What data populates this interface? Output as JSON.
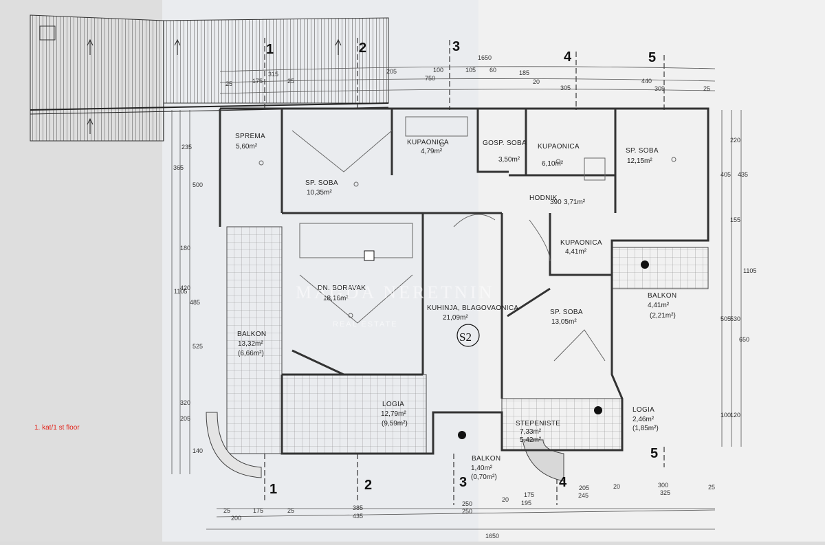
{
  "floor_label": "1. kat/1 st floor",
  "watermark": {
    "name": "MAGDA NERETNIN",
    "sub": "REAL ESTATE"
  },
  "stair_tag": "S2",
  "axes": [
    "1",
    "2",
    "3",
    "4",
    "5"
  ],
  "rooms": [
    {
      "id": "sprema",
      "name": "SPREMA",
      "area": "5,60m²"
    },
    {
      "id": "soba1",
      "name": "SP. SOBA",
      "area": "10,35m²"
    },
    {
      "id": "kup1",
      "name": "KUPAONICA",
      "area": "4,79m²"
    },
    {
      "id": "gosp",
      "name": "GOSP. SOBA",
      "area": "3,50m²"
    },
    {
      "id": "kup2",
      "name": "KUPAONICA",
      "area": "6,10m²"
    },
    {
      "id": "soba2",
      "name": "SP. SOBA",
      "area": "12,15m²"
    },
    {
      "id": "hodnik",
      "name": "HODNIK",
      "area": "3,71m²",
      "num": "390"
    },
    {
      "id": "kup3",
      "name": "KUPAONICA",
      "area": "4,41m²"
    },
    {
      "id": "boravak",
      "name": "DN. BORAVAK",
      "area": "18,16m²"
    },
    {
      "id": "kuhinja",
      "name": "KUHINJA, BLAGOVAONICA",
      "area": "21,09m²"
    },
    {
      "id": "soba3",
      "name": "SP. SOBA",
      "area": "13,05m²"
    },
    {
      "id": "balkon1",
      "name": "BALKON",
      "area": "13,32m²",
      "area2": "(6,66m²)"
    },
    {
      "id": "logia1",
      "name": "LOGIA",
      "area": "12,79m²",
      "area2": "(9,59m²)"
    },
    {
      "id": "balkon2",
      "name": "BALKON",
      "area": "4,41m²",
      "area2": "(2,21m²)"
    },
    {
      "id": "logia2",
      "name": "LOGIA",
      "area": "2,46m²",
      "area2": "(1,85m²)"
    },
    {
      "id": "balkon3",
      "name": "BALKON",
      "area": "1,40m²",
      "area2": "(0,70m²)"
    },
    {
      "id": "stube",
      "name": "STEPENISTE",
      "area": "7,33m²",
      "area2": "5,42m²"
    }
  ],
  "dimensions": {
    "top": {
      "total": "1650",
      "r1": [
        "315",
        "205",
        "100",
        "105",
        "60",
        "185"
      ],
      "r2": [
        "750",
        "440"
      ],
      "r3": [
        "25",
        "175",
        "25",
        "20",
        "305",
        "309",
        "25"
      ]
    },
    "bottom": {
      "total": "1650",
      "r1": [
        "25",
        "175",
        "25",
        "385",
        "250",
        "20",
        "175",
        "205",
        "20",
        "300",
        "25"
      ],
      "r2": [
        "200",
        "435",
        "250",
        "195",
        "245",
        "325"
      ]
    },
    "left": {
      "total": "1105",
      "items": [
        "235",
        "365",
        "500",
        "180",
        "420",
        "485",
        "525",
        "320",
        "205",
        "140"
      ]
    },
    "right": {
      "total": "1105",
      "items": [
        "220",
        "405",
        "435",
        "155",
        "505",
        "530",
        "650",
        "100",
        "120"
      ]
    }
  },
  "colors": {
    "paper": "#f2f2f2",
    "wall": "#3a3a3a",
    "line": "#555555",
    "floor_label": "#e2231a"
  }
}
